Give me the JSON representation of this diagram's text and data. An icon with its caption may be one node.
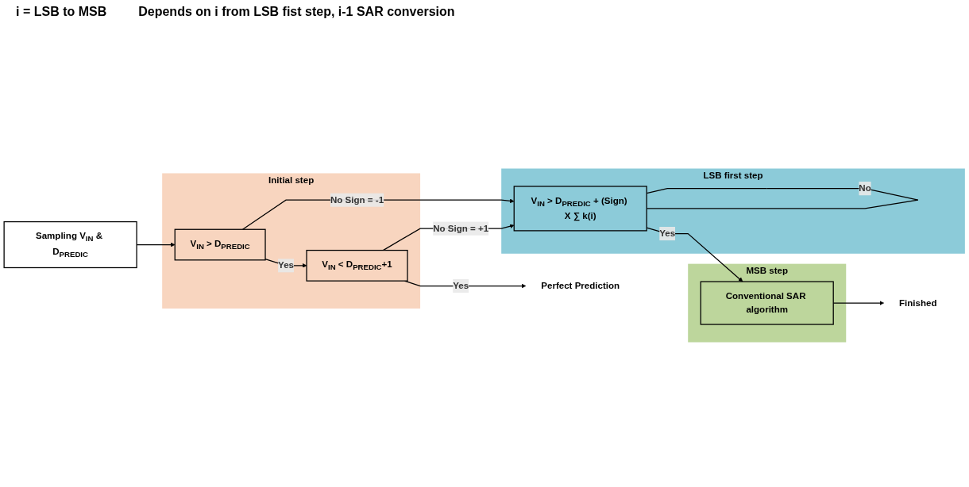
{
  "diagram": {
    "nodes": [
      {
        "text": [
          "Sampling V$_{IN}$ & D$_{PREDIC}$"
        ]
      },
      {
        "text": [
          "Initial step"
        ]
      },
      {
        "text": [
          "V$_{IN}$ > D$_{PREDIC}$"
        ],
        "in": 1
      },
      {
        "text": [
          "V$_{IN}$ < D$_{PREDIC}$+1"
        ],
        "in": 1
      },
      {
        "text": [
          "Perfect Prediction"
        ]
      },
      {
        "text": [
          "LSB first step"
        ]
      },
      {
        "text": [
          "V$_{IN}$ > D$_{PREDIC}$ + (Sign) X ∑ k(i)"
        ],
        "in": 5
      },
      {
        "text": [
          "MSB step"
        ]
      },
      {
        "text": [
          "Conventional SAR algorithm"
        ],
        "in": 7
      },
      {
        "text": [
          "Finished"
        ]
      }
    ],
    "edges": [
      {
        "from": 0,
        "to": 2,
        "arrow": "to"
      },
      {
        "from": 2,
        "to": 3,
        "arrow": "to",
        "label": "Yes"
      },
      {
        "from": 3,
        "to": 4,
        "arrow": "to",
        "label": "Yes"
      },
      {
        "from": 2,
        "to": 6,
        "arrow": "to",
        "label": "No Sign = -1"
      },
      {
        "from": 3,
        "to": 6,
        "arrow": "to",
        "label": "No Sign = +1"
      },
      {
        "from": 6,
        "to": 6,
        "arrow": "none",
        "label": "No"
      },
      {
        "from": 6,
        "to": 8,
        "arrow": "to",
        "label": "Yes"
      },
      {
        "from": 8,
        "to": 9,
        "arrow": "to"
      }
    ],
    "labels": [
      "i = LSB to MSB",
      "Depends on i from LSB fist step, i-1 SAR conversion"
    ]
  }
}
